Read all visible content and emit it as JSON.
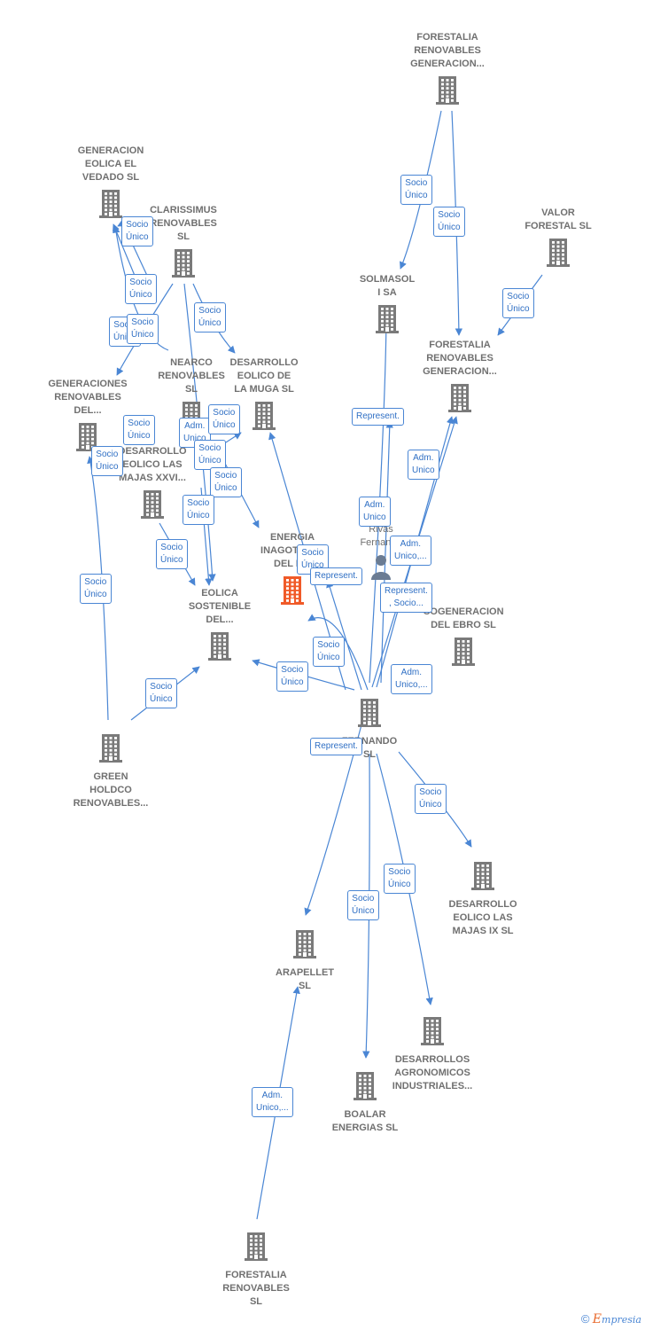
{
  "colors": {
    "edge": "#4a86d4",
    "building": "#7a7a7a",
    "focus": "#f05a28",
    "text": "#707070"
  },
  "nodes": [
    {
      "id": "n_forestalia_top",
      "label": [
        "FORESTALIA",
        "RENOVABLES",
        "GENERACION..."
      ],
      "icon": "building-icon"
    },
    {
      "id": "n_generacion_vedado",
      "label": [
        "GENERACION",
        "EOLICA EL",
        "VEDADO SL"
      ],
      "icon": "building-icon"
    },
    {
      "id": "n_clarissimus",
      "label": [
        "CLARISSIMUS",
        "RENOVABLES",
        "SL"
      ],
      "icon": "building-icon"
    },
    {
      "id": "n_valor_forestal",
      "label": [
        "VALOR",
        "FORESTAL SL"
      ],
      "icon": "building-icon"
    },
    {
      "id": "n_solmasol",
      "label": [
        "SOLMASOL",
        "I SA"
      ],
      "icon": "building-icon"
    },
    {
      "id": "n_forestalia_mid",
      "label": [
        "FORESTALIA",
        "RENOVABLES",
        "GENERACION..."
      ],
      "icon": "building-icon"
    },
    {
      "id": "n_generaciones_ren",
      "label": [
        "GENERACIONES",
        "RENOVABLES",
        "DEL..."
      ],
      "icon": "building-icon"
    },
    {
      "id": "n_nearco",
      "label": [
        "NEARCO",
        "RENOVABLES",
        "SL"
      ],
      "icon": "building-icon"
    },
    {
      "id": "n_desarrollo_muga",
      "label": [
        "DESARROLLO",
        "EOLICO DE",
        "LA MUGA SL"
      ],
      "icon": "building-icon"
    },
    {
      "id": "n_desarrollo_majas_xxvi",
      "label": [
        "DESARROLLO",
        "EOLICO LAS",
        "MAJAS XXVI..."
      ],
      "icon": "building-icon"
    },
    {
      "id": "n_energia",
      "label": [
        "ENERGIA",
        "INAGOTABLE",
        "DEL R..."
      ],
      "icon": "building-icon",
      "focus": true
    },
    {
      "id": "n_person",
      "label": [
        "Rivas",
        "Fernando"
      ],
      "icon": "person-icon"
    },
    {
      "id": "n_eolica_sostenible",
      "label": [
        "EOLICA",
        "SOSTENIBLE",
        "DEL..."
      ],
      "icon": "building-icon"
    },
    {
      "id": "n_cogeneracion",
      "label": [
        "COGENERACION",
        "DEL EBRO SL"
      ],
      "icon": "building-icon"
    },
    {
      "id": "n_fernando_sl",
      "label": [
        "FERNANDO",
        "SL"
      ],
      "icon": "building-icon"
    },
    {
      "id": "n_green_holdco",
      "label": [
        "GREEN",
        "HOLDCO",
        "RENOVABLES..."
      ],
      "icon": "building-icon"
    },
    {
      "id": "n_desarrollo_majas_ix",
      "label": [
        "DESARROLLO",
        "EOLICO LAS",
        "MAJAS IX SL"
      ],
      "icon": "building-icon"
    },
    {
      "id": "n_arapellet",
      "label": [
        "ARAPELLET",
        "SL"
      ],
      "icon": "building-icon"
    },
    {
      "id": "n_desarrollos_agro",
      "label": [
        "DESARROLLOS",
        "AGRONOMICOS",
        "INDUSTRIALES..."
      ],
      "icon": "building-icon"
    },
    {
      "id": "n_boalar",
      "label": [
        "BOALAR",
        "ENERGIAS SL"
      ],
      "icon": "building-icon"
    },
    {
      "id": "n_forestalia_bottom",
      "label": [
        "FORESTALIA",
        "RENOVABLES",
        "SL"
      ],
      "icon": "building-icon"
    }
  ],
  "edge_labels": [
    {
      "id": "t1",
      "lines": [
        "Socio",
        "Único"
      ]
    },
    {
      "id": "t2",
      "lines": [
        "Socio",
        "Único"
      ]
    },
    {
      "id": "t3",
      "lines": [
        "Socio",
        "Único"
      ]
    },
    {
      "id": "t4",
      "lines": [
        "Socio",
        "Único"
      ]
    },
    {
      "id": "t5",
      "lines": [
        "Socio",
        "Único"
      ]
    },
    {
      "id": "t6",
      "lines": [
        "Socio",
        "Único"
      ]
    },
    {
      "id": "t7",
      "lines": [
        "Socio",
        "Único"
      ]
    },
    {
      "id": "t8",
      "lines": [
        "Socio",
        "Único"
      ]
    },
    {
      "id": "t9",
      "lines": [
        "Socio",
        "Único"
      ]
    },
    {
      "id": "t10",
      "lines": [
        "Represent."
      ]
    },
    {
      "id": "t11",
      "lines": [
        "Socio",
        "Único"
      ]
    },
    {
      "id": "t12",
      "lines": [
        "Adm.",
        "Unico"
      ]
    },
    {
      "id": "t13",
      "lines": [
        "Socio",
        "Único"
      ]
    },
    {
      "id": "t14",
      "lines": [
        "Socio",
        "Único"
      ]
    },
    {
      "id": "t15",
      "lines": [
        "Socio",
        "Único"
      ]
    },
    {
      "id": "t16",
      "lines": [
        "Adm.",
        "Unico"
      ]
    },
    {
      "id": "t17",
      "lines": [
        "Socio",
        "Único"
      ]
    },
    {
      "id": "t18",
      "lines": [
        "Adm.",
        "Unico,..."
      ]
    },
    {
      "id": "t19",
      "lines": [
        "Socio",
        "Único"
      ]
    },
    {
      "id": "t20",
      "lines": [
        "Socio",
        "Único"
      ]
    },
    {
      "id": "t21",
      "lines": [
        "Represent."
      ]
    },
    {
      "id": "t22",
      "lines": [
        "Represent.",
        ", Socio..."
      ]
    },
    {
      "id": "t23",
      "lines": [
        "Socio",
        "Único"
      ]
    },
    {
      "id": "t24",
      "lines": [
        "Socio",
        "Único"
      ]
    },
    {
      "id": "t25",
      "lines": [
        "Adm.",
        "Unico"
      ]
    },
    {
      "id": "t26",
      "lines": [
        "Adm.",
        "Unico,..."
      ]
    },
    {
      "id": "t27",
      "lines": [
        "Socio",
        "Único"
      ]
    },
    {
      "id": "t28",
      "lines": [
        "Socio",
        "Único"
      ]
    },
    {
      "id": "t29",
      "lines": [
        "Represent."
      ]
    },
    {
      "id": "t30",
      "lines": [
        "Socio",
        "Único"
      ]
    },
    {
      "id": "t31",
      "lines": [
        "Socio",
        "Único"
      ]
    },
    {
      "id": "t32",
      "lines": [
        "Socio",
        "Único"
      ]
    },
    {
      "id": "t33",
      "lines": [
        "Adm.",
        "Unico,..."
      ]
    }
  ],
  "footer": {
    "copyright": "©",
    "brand_first": "E",
    "brand_rest": "mpresia"
  }
}
